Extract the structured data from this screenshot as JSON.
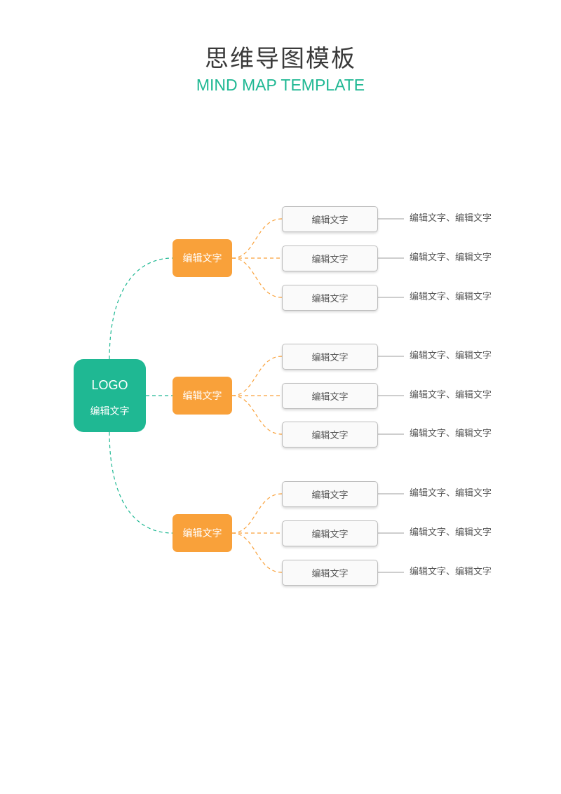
{
  "header": {
    "title": "思维导图模板",
    "subtitle": "MIND MAP TEMPLATE"
  },
  "root": {
    "logo": "LOGO",
    "label": "编辑文字"
  },
  "branches": [
    {
      "label": "编辑文字",
      "children": [
        {
          "label": "编辑文字",
          "note": "编辑文字、编辑文字"
        },
        {
          "label": "编辑文字",
          "note": "编辑文字、编辑文字"
        },
        {
          "label": "编辑文字",
          "note": "编辑文字、编辑文字"
        }
      ]
    },
    {
      "label": "编辑文字",
      "children": [
        {
          "label": "编辑文字",
          "note": "编辑文字、编辑文字"
        },
        {
          "label": "编辑文字",
          "note": "编辑文字、编辑文字"
        },
        {
          "label": "编辑文字",
          "note": "编辑文字、编辑文字"
        }
      ]
    },
    {
      "label": "编辑文字",
      "children": [
        {
          "label": "编辑文字",
          "note": "编辑文字、编辑文字"
        },
        {
          "label": "编辑文字",
          "note": "编辑文字、编辑文字"
        },
        {
          "label": "编辑文字",
          "note": "编辑文字、编辑文字"
        }
      ]
    }
  ],
  "colors": {
    "root": "#1fb893",
    "branch": "#f9a13a",
    "leaf_border": "#bdbdbd",
    "note_line": "#9e9e9e"
  }
}
